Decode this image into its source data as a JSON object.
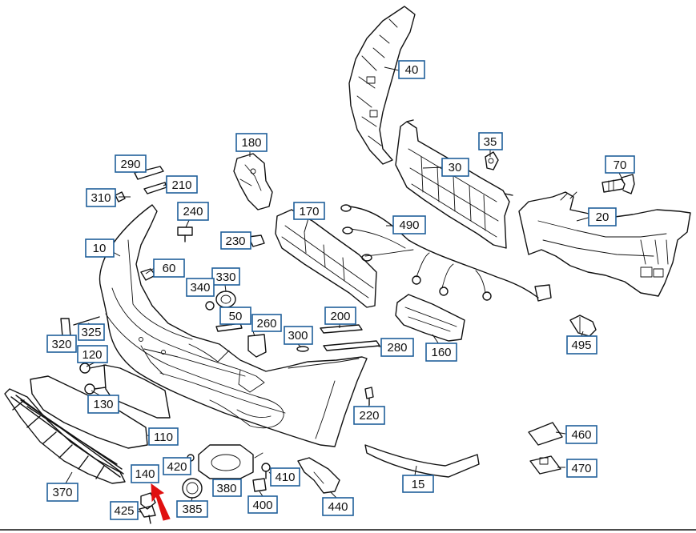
{
  "diagram": {
    "callouts": [
      {
        "id": "c40",
        "label": "40"
      },
      {
        "id": "c180",
        "label": "180"
      },
      {
        "id": "c35",
        "label": "35"
      },
      {
        "id": "c30",
        "label": "30"
      },
      {
        "id": "c70",
        "label": "70"
      },
      {
        "id": "c290",
        "label": "290"
      },
      {
        "id": "c210",
        "label": "210"
      },
      {
        "id": "c310",
        "label": "310"
      },
      {
        "id": "c240",
        "label": "240"
      },
      {
        "id": "c170",
        "label": "170"
      },
      {
        "id": "c490",
        "label": "490"
      },
      {
        "id": "c20",
        "label": "20"
      },
      {
        "id": "c230",
        "label": "230"
      },
      {
        "id": "c10",
        "label": "10"
      },
      {
        "id": "c60",
        "label": "60"
      },
      {
        "id": "c330",
        "label": "330"
      },
      {
        "id": "c340",
        "label": "340"
      },
      {
        "id": "c50",
        "label": "50"
      },
      {
        "id": "c200",
        "label": "200"
      },
      {
        "id": "c260",
        "label": "260"
      },
      {
        "id": "c300",
        "label": "300"
      },
      {
        "id": "c325",
        "label": "325"
      },
      {
        "id": "c320",
        "label": "320"
      },
      {
        "id": "c495",
        "label": "495"
      },
      {
        "id": "c280",
        "label": "280"
      },
      {
        "id": "c160",
        "label": "160"
      },
      {
        "id": "c120",
        "label": "120"
      },
      {
        "id": "c130",
        "label": "130"
      },
      {
        "id": "c220",
        "label": "220"
      },
      {
        "id": "c110",
        "label": "110"
      },
      {
        "id": "c460",
        "label": "460"
      },
      {
        "id": "c420",
        "label": "420"
      },
      {
        "id": "c140",
        "label": "140"
      },
      {
        "id": "c470",
        "label": "470"
      },
      {
        "id": "c410",
        "label": "410"
      },
      {
        "id": "c380",
        "label": "380"
      },
      {
        "id": "c15",
        "label": "15"
      },
      {
        "id": "c370",
        "label": "370"
      },
      {
        "id": "c400",
        "label": "400"
      },
      {
        "id": "c425",
        "label": "425"
      },
      {
        "id": "c385",
        "label": "385"
      },
      {
        "id": "c440",
        "label": "440"
      }
    ],
    "highlight_arrow": {
      "points_to": "140",
      "color": "#e01010"
    },
    "callout_border_color": "#1f5f9a"
  }
}
